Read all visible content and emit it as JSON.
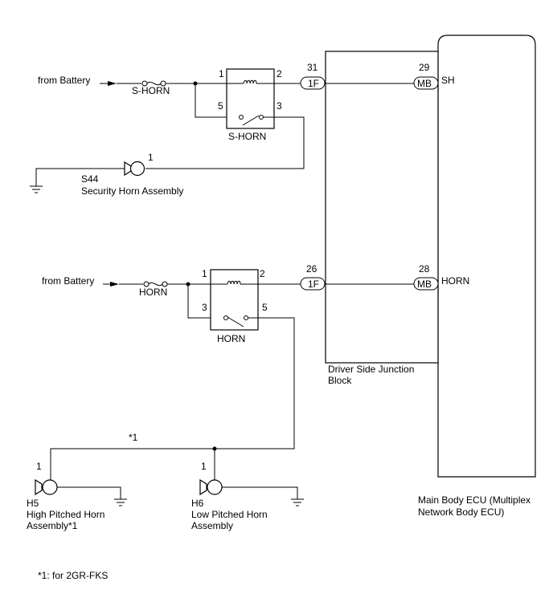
{
  "upper_circuit": {
    "source_label": "from Battery",
    "fuse_label": "S-HORN",
    "relay_label": "S-HORN",
    "relay_pins": {
      "coil_in": "1",
      "coil_out": "2",
      "switch_in": "5",
      "switch_out": "3"
    },
    "horn_pin": "1",
    "horn_code": "S44",
    "horn_name": "Security Horn Assembly",
    "jb_pin": "31",
    "jb_connector": "1F",
    "ecu_pin": "29",
    "ecu_connector": "MB",
    "ecu_terminal": "SH"
  },
  "lower_circuit": {
    "source_label": "from Battery",
    "fuse_label": "HORN",
    "relay_label": "HORN",
    "relay_pins": {
      "coil_in": "1",
      "coil_out": "2",
      "switch_in": "3",
      "switch_out": "5"
    },
    "jb_pin": "26",
    "jb_connector": "1F",
    "ecu_pin": "28",
    "ecu_connector": "MB",
    "ecu_terminal": "HORN",
    "branch_note": "*1"
  },
  "high_horn": {
    "pin": "1",
    "code": "H5",
    "name_line1": "High Pitched Horn",
    "name_line2": "Assembly*1"
  },
  "low_horn": {
    "pin": "1",
    "code": "H6",
    "name_line1": "Low Pitched Horn",
    "name_line2": "Assembly"
  },
  "junction_block": {
    "name_line1": "Driver Side Junction",
    "name_line2": "Block"
  },
  "ecu": {
    "name_line1": "Main Body ECU (Multiplex",
    "name_line2": "Network Body ECU)"
  },
  "footnote": "*1: for 2GR-FKS"
}
